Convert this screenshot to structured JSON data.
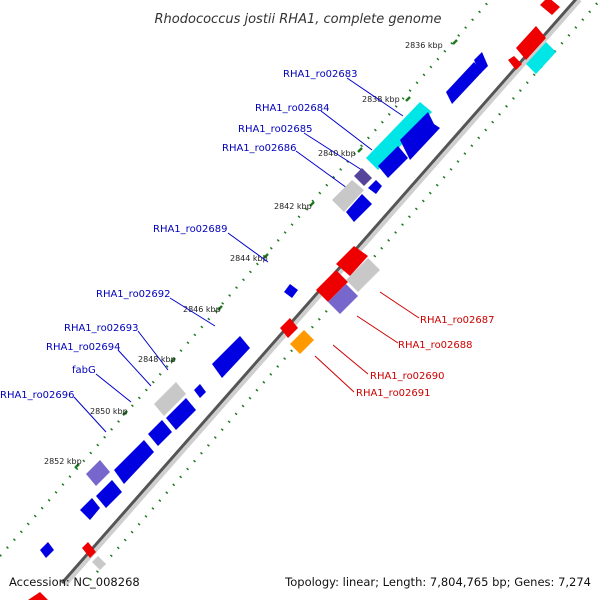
{
  "title": "Rhodococcus jostii RHA1, complete genome",
  "footer": {
    "accession": "Accession: NC_008268",
    "topology": "Topology: linear; Length: 7,804,765 bp; Genes: 7,274"
  },
  "colors": {
    "forward_cds": "#0000e0",
    "reverse_cds": "#ee0000",
    "highlight_cyan": "#00e5e5",
    "rna_orange": "#ff9900",
    "pseudo_grey": "#c8c8c8",
    "purple": "#7766cc",
    "forward_label": "#0000bb",
    "reverse_label": "#cc0000"
  },
  "scale_labels": [
    "2836 kbp",
    "2838 kbp",
    "2840 kbp",
    "2842 kbp",
    "2844 kbp",
    "2846 kbp",
    "2848 kbp",
    "2850 kbp",
    "2852 kbp"
  ],
  "forward_gene_labels": [
    "RHA1_ro02683",
    "RHA1_ro02684",
    "RHA1_ro02685",
    "RHA1_ro02686",
    "RHA1_ro02689",
    "RHA1_ro02692",
    "RHA1_ro02693",
    "RHA1_ro02694",
    "fabG",
    "RHA1_ro02696"
  ],
  "reverse_gene_labels": [
    "RHA1_ro02687",
    "RHA1_ro02688",
    "RHA1_ro02690",
    "RHA1_ro02691"
  ]
}
